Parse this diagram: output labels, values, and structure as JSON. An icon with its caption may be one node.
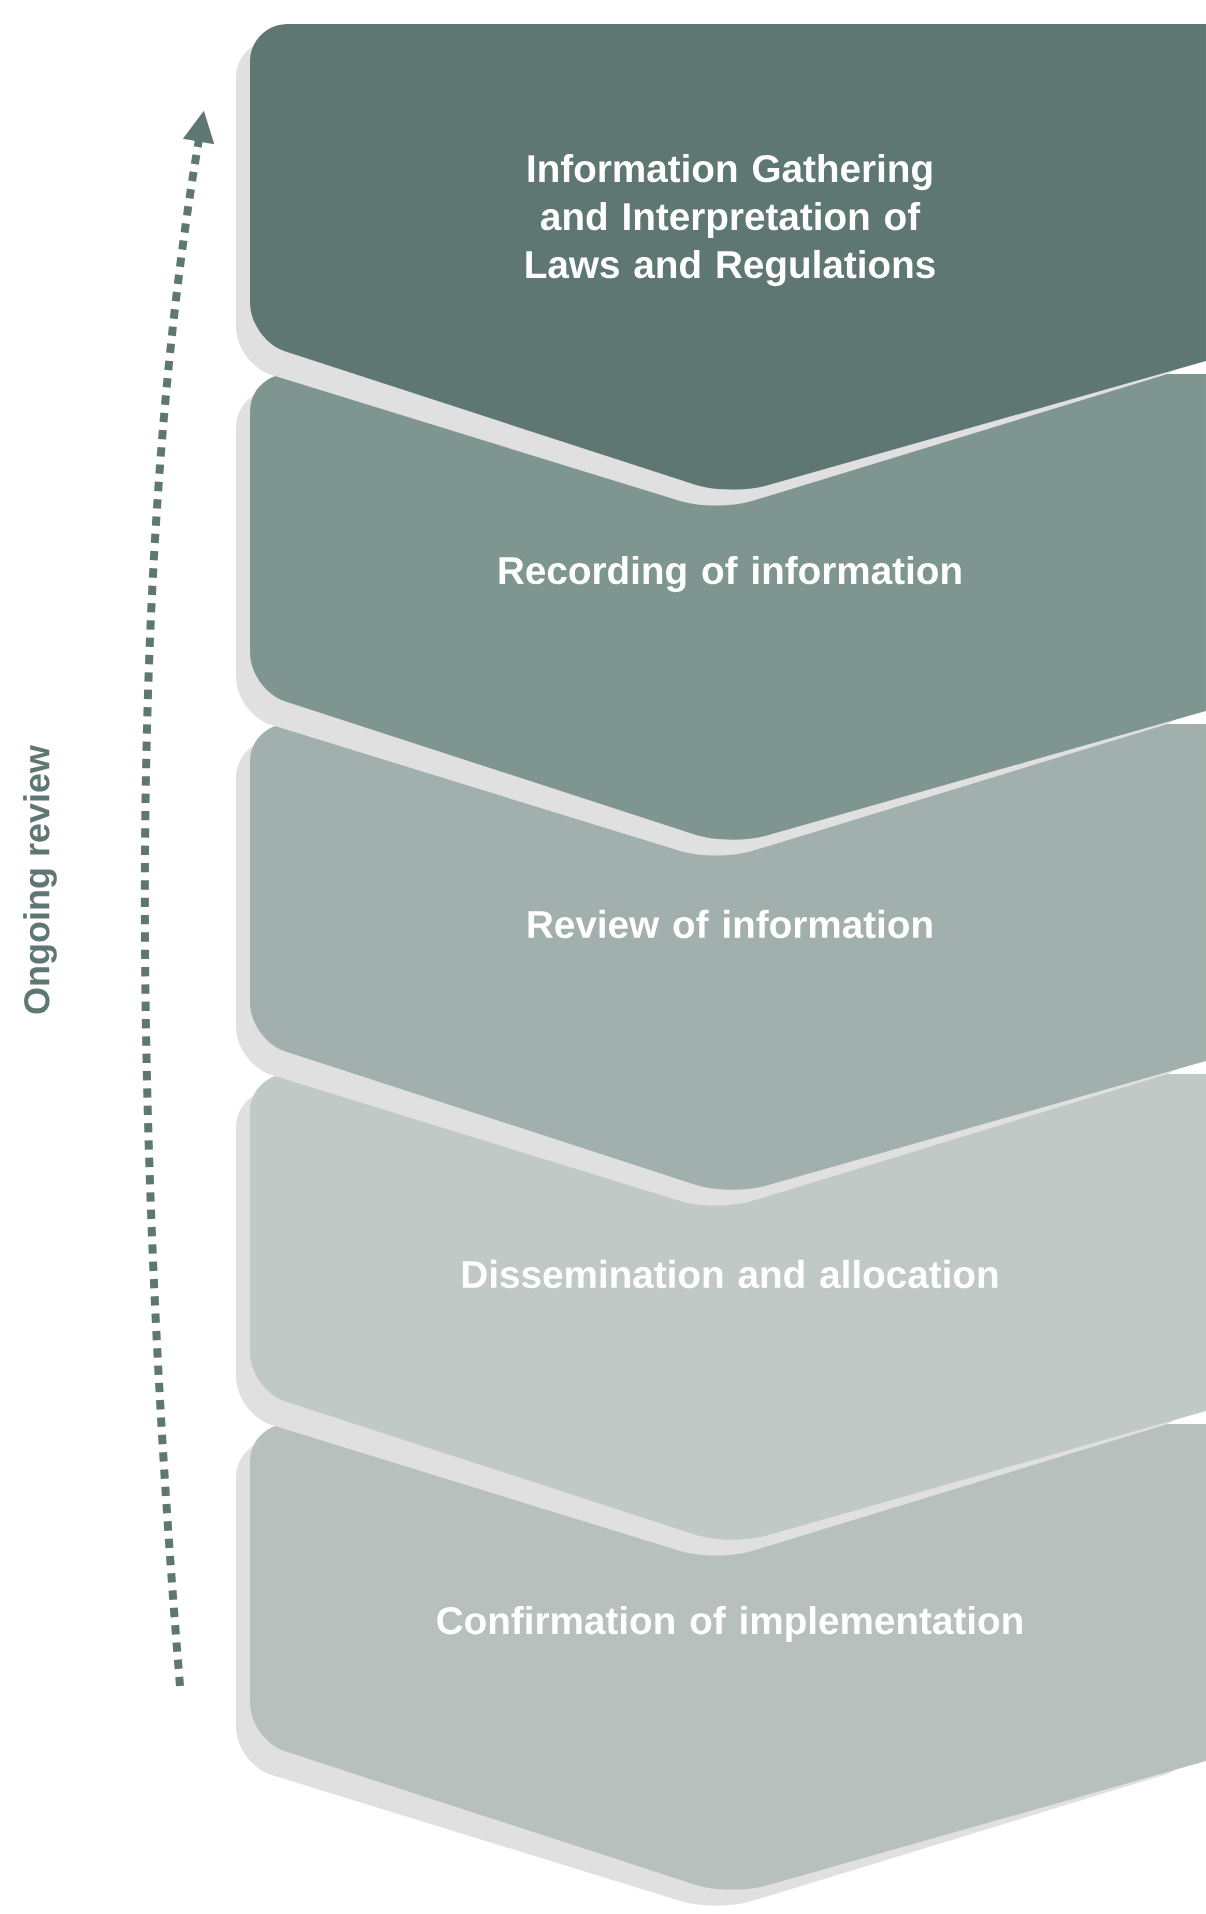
{
  "diagram": {
    "nodes": [
      {
        "text": [
          "Information Gathering and Interpretation of Laws and Regulations"
        ]
      },
      {
        "text": [
          "Recording of information"
        ]
      },
      {
        "text": [
          "Review of information"
        ]
      },
      {
        "text": [
          "Dissemination and allocation"
        ]
      },
      {
        "text": [
          "Confirmation of implementation"
        ]
      }
    ],
    "labels": [
      "Ongoing review"
    ]
  }
}
